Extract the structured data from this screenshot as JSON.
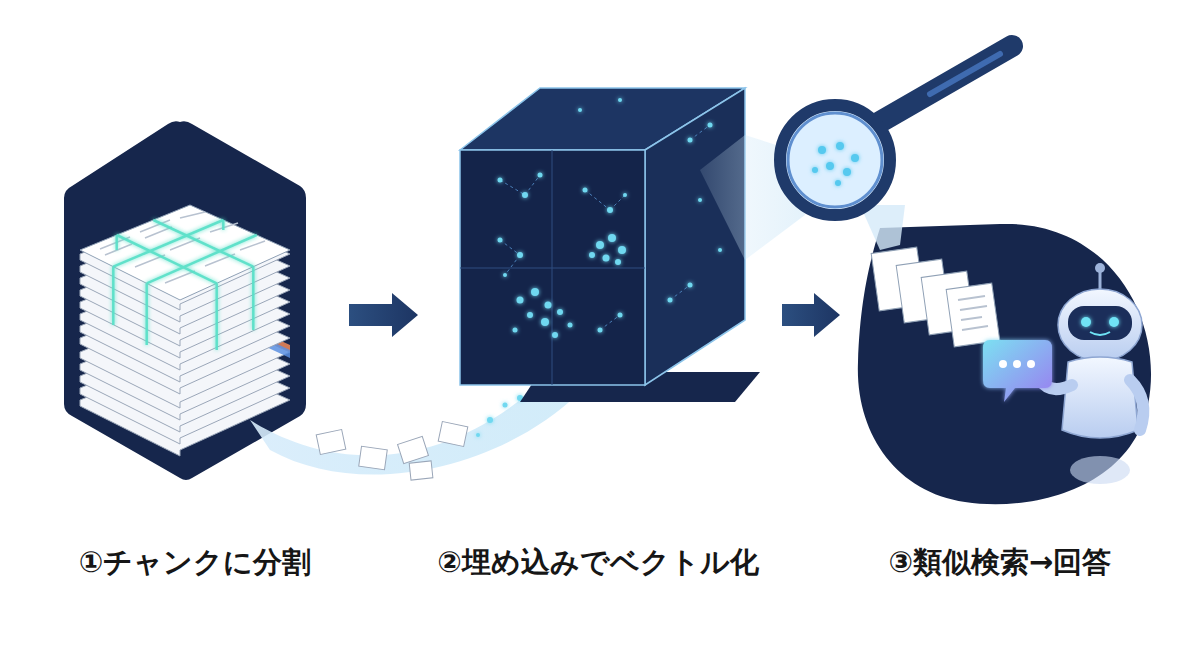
{
  "diagram": {
    "nodes": [
      {
        "text": [
          "①チャンクに分割"
        ]
      },
      {
        "text": [
          "②埋め込みでベクトル化"
        ]
      },
      {
        "text": [
          "③類似検索→回答"
        ]
      }
    ],
    "edges": [
      {
        "from": 0,
        "to": 1,
        "arrow": "to"
      },
      {
        "from": 1,
        "to": 2,
        "arrow": "to"
      }
    ]
  }
}
